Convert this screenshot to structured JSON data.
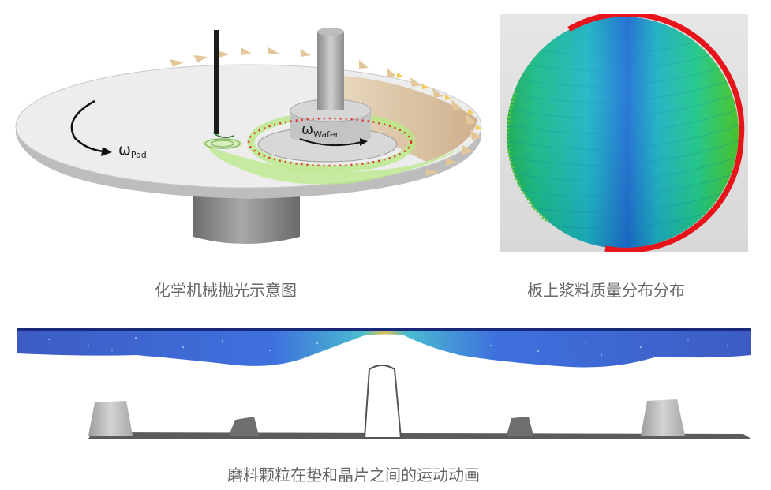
{
  "figure": {
    "panel_a": {
      "caption": "化学机械抛光示意图",
      "label_pad_omega": "ω",
      "label_pad_sub": "Pad",
      "label_wafer_omega": "ω",
      "label_wafer_sub": "Wafer"
    },
    "panel_b": {
      "caption": "板上浆料质量分布分布"
    },
    "panel_c": {
      "caption": "磨料颗粒在垫和晶片之间的运动动画"
    }
  }
}
